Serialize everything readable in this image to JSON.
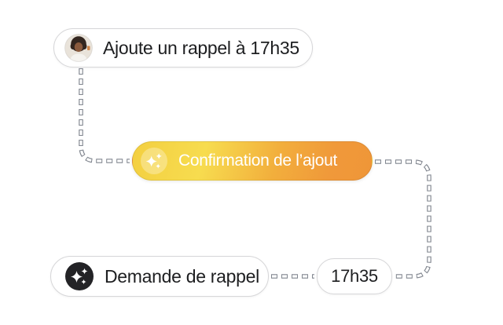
{
  "diagram": {
    "background": "#ffffff",
    "nodes": {
      "user_request": {
        "label": "Ajoute un rappel à 17h35",
        "icon": "user-avatar",
        "text_color": "#1d1e20"
      },
      "confirmation": {
        "label": "Confirmation de l’ajout",
        "icon": "sparkles-icon",
        "text_color": "#ffffff",
        "gradient_from": "#F3CF40",
        "gradient_mid": "#F7DC4F",
        "gradient_to": "#EF9638"
      },
      "reminder_request": {
        "label": "Demande de rappel",
        "icon": "sparkles-icon",
        "icon_bg": "#232326",
        "text_color": "#1d1e20"
      },
      "time": {
        "label": "17h35",
        "text_color": "#1d1e20"
      }
    },
    "connector_style": {
      "outline_color": "#81868f",
      "fill_color": "#ffffff",
      "style": "dashed"
    }
  }
}
